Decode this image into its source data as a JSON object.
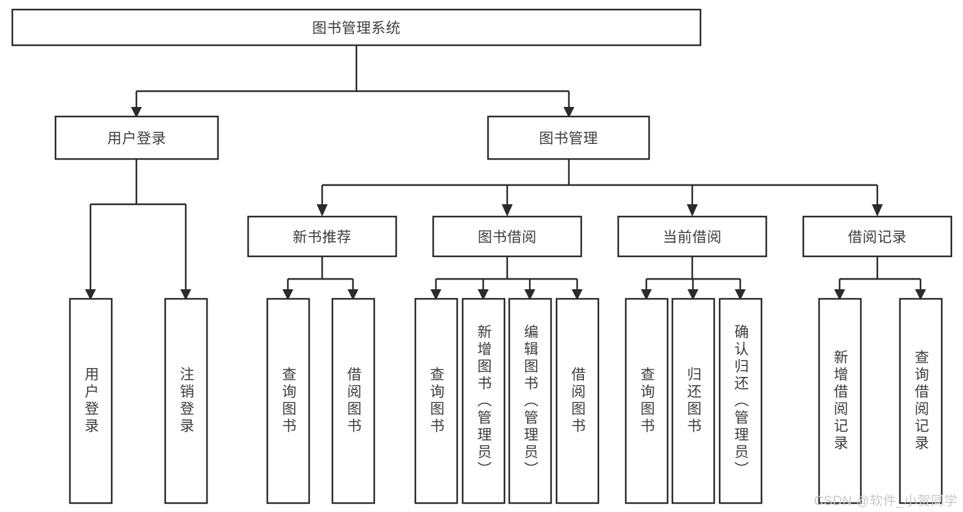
{
  "diagram": {
    "type": "hierarchy-tree",
    "title": "图书管理系统",
    "orientation": "top-down",
    "colors": {
      "stroke": "#2b2b2b",
      "box_fill": "#ffffff",
      "text": "#3d3d3d",
      "background": "#ffffff",
      "watermark": "#c9c9c9"
    },
    "root": {
      "label": "图书管理系统",
      "orientation": "horizontal"
    },
    "level2": [
      {
        "id": "user-login",
        "label": "用户登录",
        "orientation": "horizontal"
      },
      {
        "id": "book-management",
        "label": "图书管理",
        "orientation": "horizontal"
      }
    ],
    "level3": [
      {
        "id": "new-book-recommend",
        "label": "新书推荐",
        "orientation": "horizontal",
        "parent": "book-management"
      },
      {
        "id": "book-borrow",
        "label": "图书借阅",
        "orientation": "horizontal",
        "parent": "book-management"
      },
      {
        "id": "current-borrow",
        "label": "当前借阅",
        "orientation": "horizontal",
        "parent": "book-management"
      },
      {
        "id": "borrow-record",
        "label": "借阅记录",
        "orientation": "horizontal",
        "parent": "book-management"
      }
    ],
    "leaves": [
      {
        "id": "leaf-user-login",
        "label": "用户登录",
        "orientation": "vertical",
        "parent": "user-login"
      },
      {
        "id": "leaf-user-logout",
        "label": "注销登录",
        "orientation": "vertical",
        "parent": "user-login"
      },
      {
        "id": "leaf-query-book-1",
        "label": "查询图书",
        "orientation": "vertical",
        "parent": "new-book-recommend"
      },
      {
        "id": "leaf-borrow-book-1",
        "label": "借阅图书",
        "orientation": "vertical",
        "parent": "new-book-recommend"
      },
      {
        "id": "leaf-query-book-2",
        "label": "查询图书",
        "orientation": "vertical",
        "parent": "book-borrow"
      },
      {
        "id": "leaf-add-book",
        "label": "新增图书（管理员）",
        "orientation": "vertical",
        "parent": "book-borrow"
      },
      {
        "id": "leaf-edit-book",
        "label": "编辑图书（管理员）",
        "orientation": "vertical",
        "parent": "book-borrow"
      },
      {
        "id": "leaf-borrow-book-2",
        "label": "借阅图书",
        "orientation": "vertical",
        "parent": "book-borrow"
      },
      {
        "id": "leaf-query-book-3",
        "label": "查询图书",
        "orientation": "vertical",
        "parent": "current-borrow"
      },
      {
        "id": "leaf-return-book",
        "label": "归还图书",
        "orientation": "vertical",
        "parent": "current-borrow"
      },
      {
        "id": "leaf-confirm-return",
        "label": "确认归还（管理员）",
        "orientation": "vertical",
        "parent": "current-borrow"
      },
      {
        "id": "leaf-add-record",
        "label": "新增借阅记录",
        "orientation": "vertical",
        "parent": "borrow-record"
      },
      {
        "id": "leaf-query-record",
        "label": "查询借阅记录",
        "orientation": "vertical",
        "parent": "borrow-record"
      }
    ]
  },
  "watermark": {
    "text": "CSDN @软件_小贺同学"
  }
}
